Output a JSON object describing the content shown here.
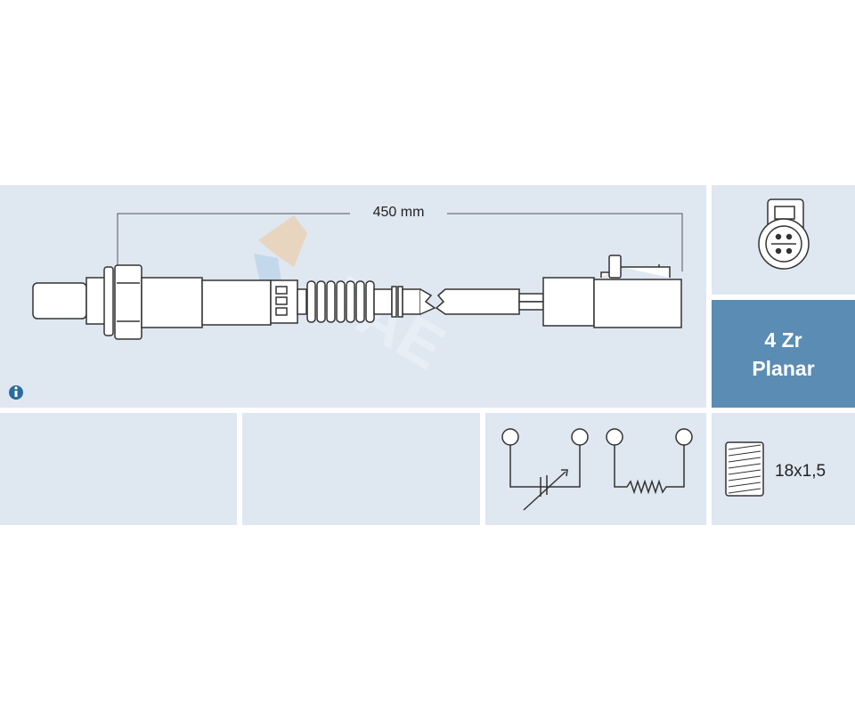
{
  "diagram": {
    "length_label": "450 mm",
    "sensor_type_line1": "4 Zr",
    "sensor_type_line2": "Planar",
    "thread_label": "18x1,5",
    "watermark": "FAE",
    "colors": {
      "panel": "#dfe7f1",
      "accent": "#5b8cb4",
      "line": "#333333"
    }
  }
}
